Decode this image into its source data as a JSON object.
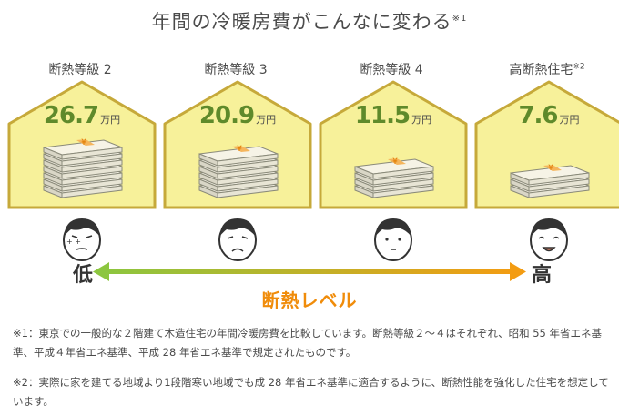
{
  "title": {
    "text": "年間の冷暖房費がこんなに変わる",
    "mark": "※1"
  },
  "houses": [
    {
      "level": "断熱等級 2",
      "mark": "",
      "value": "26.7",
      "unit": "万円",
      "face": "worried"
    },
    {
      "level": "断熱等級 3",
      "mark": "",
      "value": "20.9",
      "unit": "万円",
      "face": "sad"
    },
    {
      "level": "断熱等級 4",
      "mark": "",
      "value": "11.5",
      "unit": "万円",
      "face": "neutral"
    },
    {
      "level": "高断熱住宅",
      "mark": "※2",
      "value": "7.6",
      "unit": "万円",
      "face": "happy"
    }
  ],
  "axis": {
    "low": "低",
    "high": "高",
    "title": "断熱レベル"
  },
  "colors": {
    "house_fill": "#f7f19a",
    "house_stroke": "#c6a93a",
    "value": "#5f8a2b",
    "arrow_start": "#8cc63f",
    "arrow_end": "#f39c12",
    "axis_title": "#f08c0a"
  },
  "notes": [
    "※1：東京での一般的な２階建て木造住宅の年間冷暖房費を比較しています。断熱等級２～４はそれぞれ、昭和 55 年省エネ基準、平成４年省エネ基準、平成 28 年省エネ基準で規定されたものです。",
    "※2：実際に家を建てる地域より1段階寒い地域でも成 28 年省エネ基準に適合するように、断熱性能を強化した住宅を想定しています。"
  ]
}
